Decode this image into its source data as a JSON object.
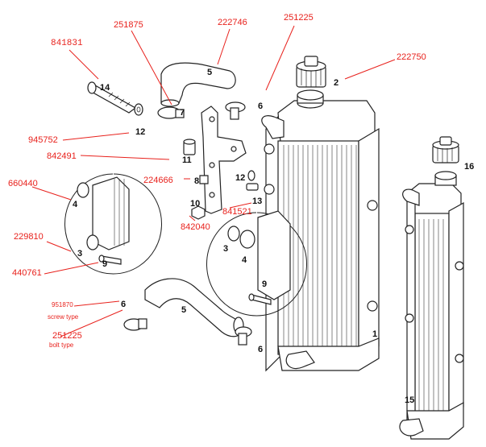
{
  "part_numbers": {
    "p841831": "841831",
    "p251875": "251875",
    "p222746": "222746",
    "p251225_top": "251225",
    "p222750": "222750",
    "p945752": "945752",
    "p842491": "842491",
    "p224666": "224666",
    "p660440": "660440",
    "p842040": "842040",
    "p841521": "841521",
    "p229810": "229810",
    "p440761": "440761",
    "p951870": "951870",
    "p251225_bottom": "251225"
  },
  "notes": {
    "screw_type": "screw type",
    "bolt_type": "bolt type"
  },
  "indices": {
    "i1": "1",
    "i2": "2",
    "i3a": "3",
    "i3b": "3",
    "i4a": "4",
    "i4b": "4",
    "i5a": "5",
    "i5b": "5",
    "i6a": "6",
    "i6b": "6",
    "i6c": "6",
    "i7": "7",
    "i8": "8",
    "i9a": "9",
    "i9b": "9",
    "i10": "10",
    "i11": "11",
    "i12a": "12",
    "i12b": "12",
    "i13": "13",
    "i14": "14",
    "i15": "15",
    "i16": "16"
  },
  "colors": {
    "label_red": "#e8211c",
    "line_art": "#222222",
    "background": "#ffffff"
  }
}
